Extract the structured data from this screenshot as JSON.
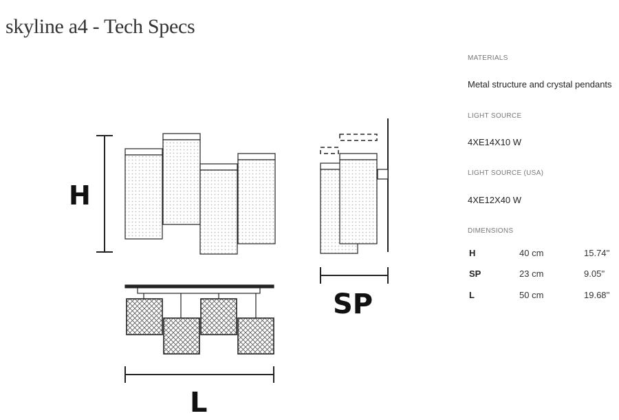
{
  "page": {
    "title": "skyline a4 - Tech Specs"
  },
  "drawing_labels": {
    "height": "H",
    "depth": "SP",
    "length": "L"
  },
  "specs": {
    "materials_label": "MATERIALS",
    "materials_value": "Metal structure and crystal pendants",
    "light_source_label": "LIGHT SOURCE",
    "light_source_value": "4XE14X10 W",
    "light_source_usa_label": "LIGHT SOURCE (USA)",
    "light_source_usa_value": "4XE12X40 W",
    "dimensions_label": "DIMENSIONS",
    "dimensions": [
      {
        "key": "H",
        "cm": "40 cm",
        "inch": "15.74''"
      },
      {
        "key": "SP",
        "cm": "23 cm",
        "inch": "9.05''"
      },
      {
        "key": "L",
        "cm": "50 cm",
        "inch": "19.68''"
      }
    ]
  }
}
